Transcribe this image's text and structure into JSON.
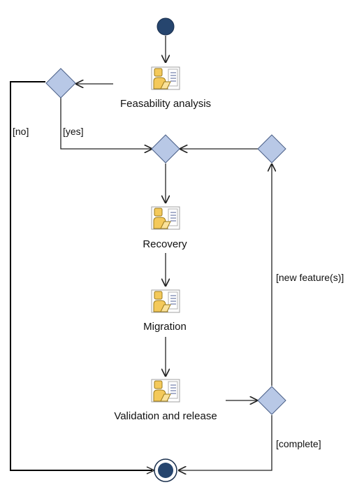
{
  "activities": {
    "feasibility": "Feasability analysis",
    "recovery": "Recovery",
    "migration": "Migration",
    "validation": "Validation and release"
  },
  "guards": {
    "no": "[no]",
    "yes": "[yes]",
    "new_features": "[new feature(s)]",
    "complete": "[complete]"
  },
  "colors": {
    "node_fill": "#26456e",
    "decision_fill": "#b8c8e6",
    "decision_stroke": "#4a5f87",
    "icon_fill": "#f4c95a"
  },
  "icons": {
    "activity": "activity-person-icon"
  }
}
